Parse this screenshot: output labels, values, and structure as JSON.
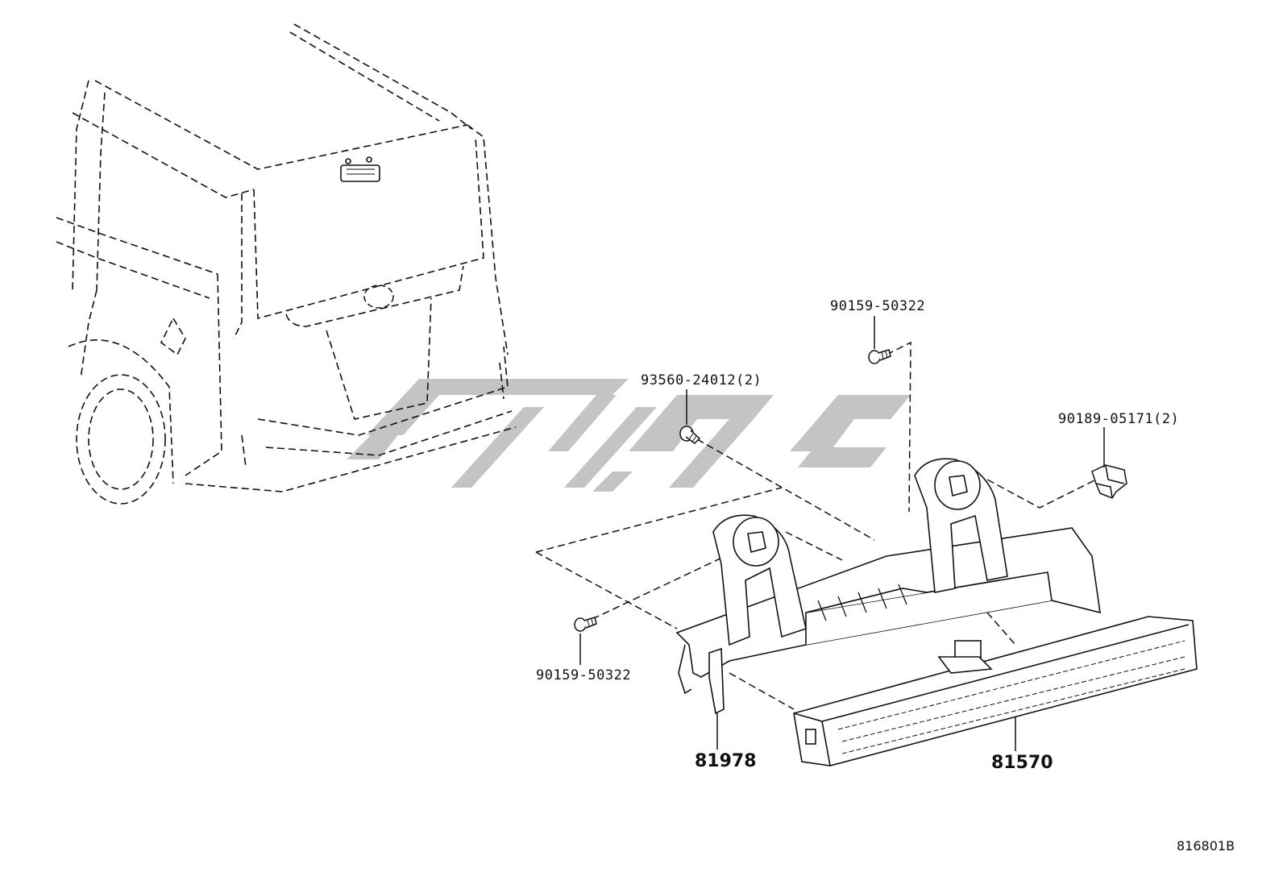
{
  "labels": {
    "bolt_top": "90159-50322",
    "screw_center": "93560-24012(2)",
    "clip_right": "90189-05171(2)",
    "bolt_left": "90159-50322",
    "bracket": "81978",
    "lamp": "81570",
    "diagram_code": "816801B"
  },
  "colors": {
    "line": "#111111",
    "watermark": "#c4c4c4"
  }
}
